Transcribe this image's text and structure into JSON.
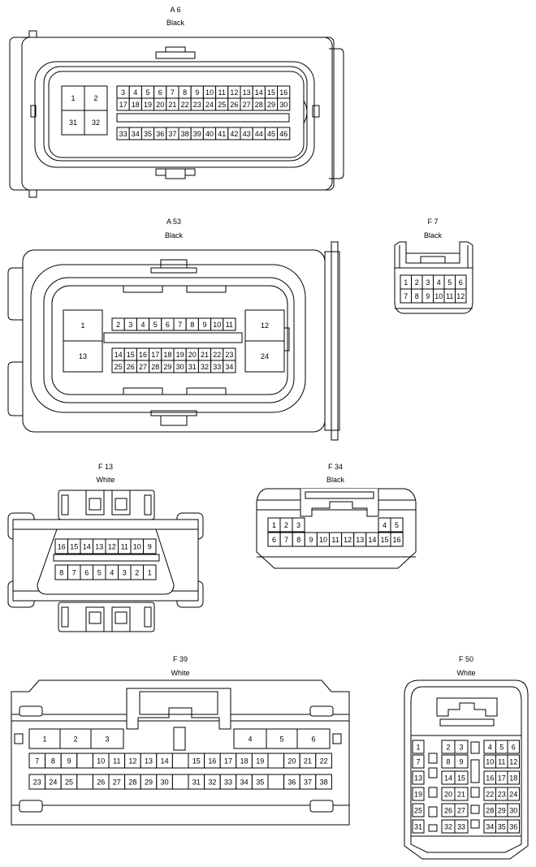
{
  "connectors": {
    "a6": {
      "name": "A 6",
      "color": "Black",
      "pins_big": [
        "1",
        "2",
        "31",
        "32"
      ],
      "row1": [
        "3",
        "4",
        "5",
        "6",
        "7",
        "8",
        "9",
        "10",
        "11",
        "12",
        "13",
        "14",
        "15",
        "16"
      ],
      "row2": [
        "17",
        "18",
        "19",
        "20",
        "21",
        "22",
        "23",
        "24",
        "25",
        "26",
        "27",
        "28",
        "29",
        "30"
      ],
      "row3": [
        "33",
        "34",
        "35",
        "36",
        "37",
        "38",
        "39",
        "40",
        "41",
        "42",
        "43",
        "44",
        "45",
        "46"
      ]
    },
    "a53": {
      "name": "A 53",
      "color": "Black",
      "pins_big": [
        "1",
        "13",
        "12",
        "24"
      ],
      "row1": [
        "2",
        "3",
        "4",
        "5",
        "6",
        "7",
        "8",
        "9",
        "10",
        "11"
      ],
      "row2": [
        "14",
        "15",
        "16",
        "17",
        "18",
        "19",
        "20",
        "21",
        "22",
        "23"
      ],
      "row3": [
        "25",
        "26",
        "27",
        "28",
        "29",
        "30",
        "31",
        "32",
        "33",
        "34"
      ]
    },
    "f7": {
      "name": "F 7",
      "color": "Black",
      "row1": [
        "1",
        "2",
        "3",
        "4",
        "5",
        "6"
      ],
      "row2": [
        "7",
        "8",
        "9",
        "10",
        "11",
        "12"
      ]
    },
    "f13": {
      "name": "F 13",
      "color": "White",
      "row1": [
        "16",
        "15",
        "14",
        "13",
        "12",
        "11",
        "10",
        "9"
      ],
      "row2": [
        "8",
        "7",
        "6",
        "5",
        "4",
        "3",
        "2",
        "1"
      ]
    },
    "f34": {
      "name": "F 34",
      "color": "Black",
      "row1a": [
        "1",
        "2",
        "3"
      ],
      "row1b": [
        "4",
        "5"
      ],
      "row2": [
        "6",
        "7",
        "8",
        "9",
        "10",
        "11",
        "12",
        "13",
        "14",
        "15",
        "16"
      ]
    },
    "f39": {
      "name": "F 39",
      "color": "White",
      "big_left": [
        "1",
        "2",
        "3"
      ],
      "big_right": [
        "4",
        "5",
        "6"
      ],
      "row2": [
        "7",
        "8",
        "9",
        "",
        "10",
        "11",
        "12",
        "13",
        "14",
        "",
        "15",
        "16",
        "17",
        "18",
        "19",
        "",
        "20",
        "21",
        "22"
      ],
      "row3": [
        "23",
        "24",
        "25",
        "",
        "26",
        "27",
        "28",
        "29",
        "30",
        "",
        "31",
        "32",
        "33",
        "34",
        "35",
        "",
        "36",
        "37",
        "38"
      ]
    },
    "f50": {
      "name": "F 50",
      "color": "White",
      "col1": [
        "1",
        "7",
        "13",
        "19",
        "25",
        "31"
      ],
      "mid": [
        [
          "2",
          "3"
        ],
        [
          "8",
          "9"
        ],
        [
          "14",
          "15"
        ],
        [
          "20",
          "21"
        ],
        [
          "26",
          "27"
        ],
        [
          "32",
          "33"
        ]
      ],
      "right": [
        [
          "4",
          "5",
          "6"
        ],
        [
          "10",
          "11",
          "12"
        ],
        [
          "16",
          "17",
          "18"
        ],
        [
          "22",
          "23",
          "24"
        ],
        [
          "28",
          "29",
          "30"
        ],
        [
          "34",
          "35",
          "36"
        ]
      ]
    }
  }
}
